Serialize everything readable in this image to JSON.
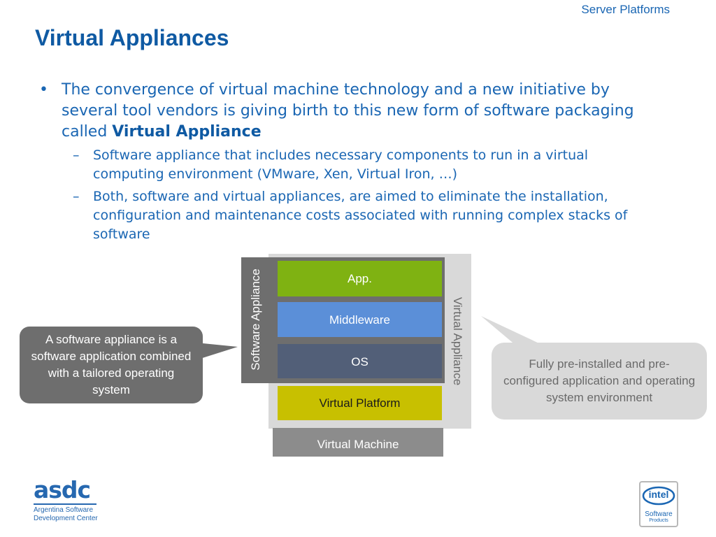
{
  "header": {
    "section": "Server Platforms",
    "title": "Virtual Appliances"
  },
  "content": {
    "bullet_prefix": "The convergence of virtual machine technology and a new initiative by several tool vendors is giving birth to this new form of software packaging called ",
    "bullet_bold": "Virtual Appliance",
    "sub_bullets": [
      "Software appliance that includes necessary components to run in a virtual computing environment (VMware, Xen, Virtual Iron, …)",
      "Both, software and virtual appliances, are aimed to eliminate the installation, configuration and maintenance costs associated with running complex stacks of software"
    ]
  },
  "diagram": {
    "layers": {
      "app": "App.",
      "middleware": "Middleware",
      "os": "OS",
      "platform": "Virtual Platform",
      "machine": "Virtual Machine"
    },
    "software_appliance_label": "Software Appliance",
    "virtual_appliance_label": "Virtual Appliance",
    "colors": {
      "app": "#7fb212",
      "middleware": "#5b8fd8",
      "os": "#525f78",
      "platform": "#c8c000",
      "machine": "#8c8c8c",
      "software_appliance": "#6e6e6e",
      "virtual_appliance": "#d9d9d9"
    }
  },
  "callouts": {
    "left": "A software appliance is a software application combined with a tailored operating system",
    "right": "Fully pre-installed and pre-configured application and operating system environment"
  },
  "logos": {
    "asdc_name": "asdc",
    "asdc_line1": "Argentina Software",
    "asdc_line2": "Development Center",
    "intel_word": "intel",
    "intel_sub1": "Software",
    "intel_sub2": "Products"
  }
}
